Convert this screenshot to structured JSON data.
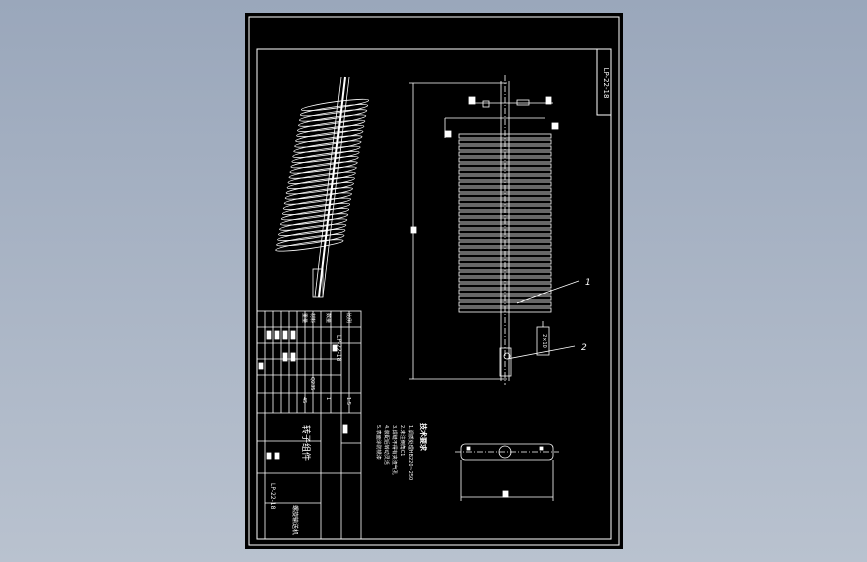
{
  "drawing": {
    "code_top": "LP-22-18",
    "code_title": "LP-22-18",
    "code_bottom": "LP-22-18",
    "part_name": "转子组件",
    "project_label": "螺旋输送机",
    "tech_req_title": "技术要求",
    "tech_req_items": [
      "1.调质处理HB220~250",
      "2.未注倒角C1",
      "3.焊缝不得有夹渣气孔",
      "4.装配后转动灵活",
      "5.表面涂防锈漆"
    ],
    "balloons": [
      "1",
      "2"
    ],
    "title_small": [
      "比例",
      "数量",
      "材料",
      "重量",
      "1:5",
      "1",
      "Q235",
      "45"
    ],
    "colors": {
      "background": "#000000",
      "lines": "#ffffff",
      "desktop": "#a5b0c2"
    }
  }
}
